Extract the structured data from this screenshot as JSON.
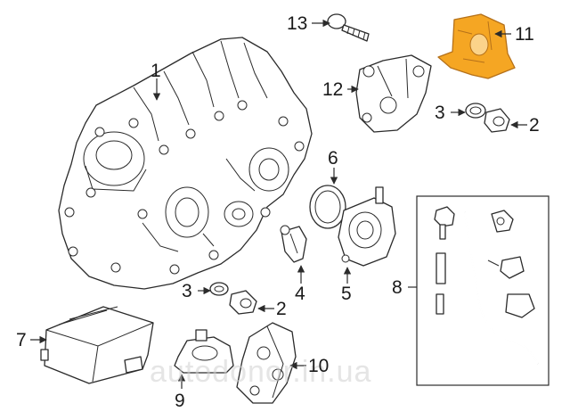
{
  "callouts": {
    "c1": "1",
    "c2a": "2",
    "c2b": "2",
    "c3a": "3",
    "c3b": "3",
    "c4": "4",
    "c5": "5",
    "c6": "6",
    "c7": "7",
    "c8": "8",
    "c9": "9",
    "c10": "10",
    "c11": "11",
    "c12": "12",
    "c13": "13"
  },
  "watermark": "autodonor.in.ua",
  "colors": {
    "highlight_fill": "#f5a623",
    "highlight_stroke": "#b5711a",
    "line": "#2b2b2b"
  }
}
